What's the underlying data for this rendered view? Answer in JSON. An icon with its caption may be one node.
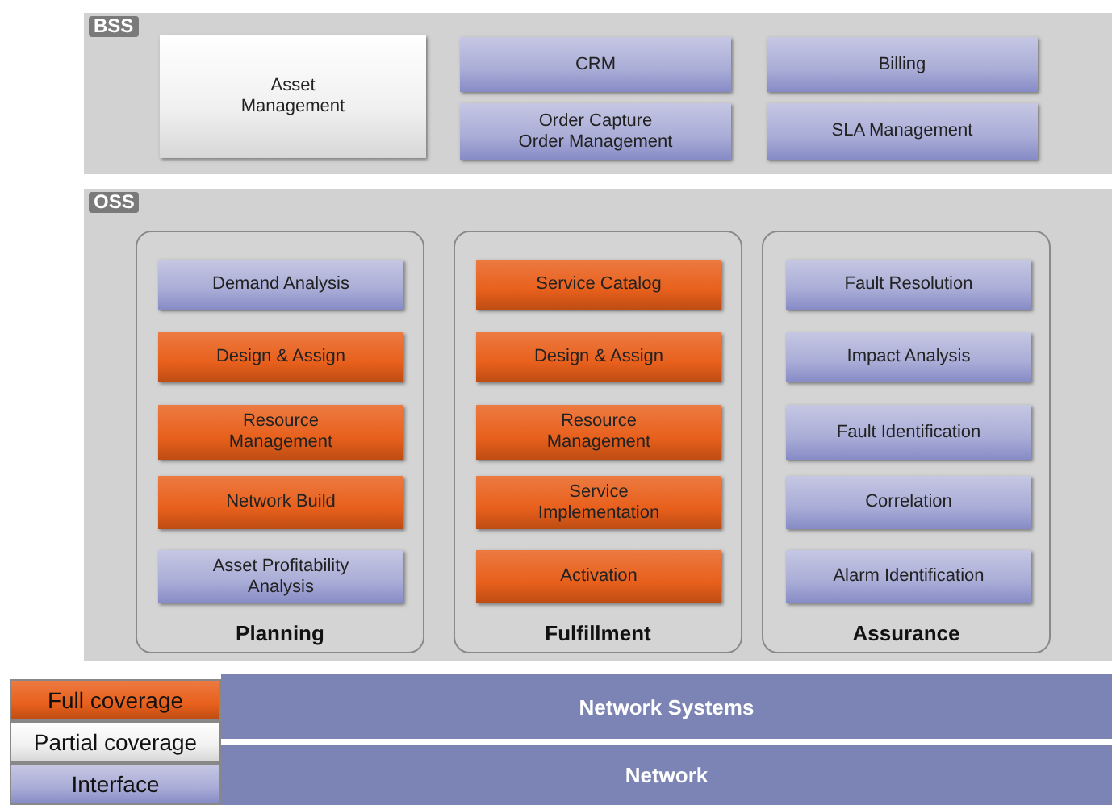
{
  "diagram": {
    "nodes": [
      {
        "text": [
          "BSS"
        ]
      },
      {
        "text": [
          "Asset Management"
        ],
        "in": 0
      },
      {
        "text": [
          "CRM"
        ],
        "in": 0
      },
      {
        "text": [
          "Billing"
        ],
        "in": 0
      },
      {
        "text": [
          "Order Capture Order Management"
        ],
        "in": 0
      },
      {
        "text": [
          "SLA Management"
        ],
        "in": 0
      },
      {
        "text": [
          "OSS"
        ]
      },
      {
        "text": [
          "Planning"
        ],
        "in": 6
      },
      {
        "text": [
          "Demand Analysis"
        ],
        "in": 7
      },
      {
        "text": [
          "Design & Assign"
        ],
        "in": 7
      },
      {
        "text": [
          "Resource Management"
        ],
        "in": 7
      },
      {
        "text": [
          "Network Build"
        ],
        "in": 7
      },
      {
        "text": [
          "Asset Profitability Analysis"
        ],
        "in": 7
      },
      {
        "text": [
          "Fulfillment"
        ],
        "in": 6
      },
      {
        "text": [
          "Service Catalog"
        ],
        "in": 13
      },
      {
        "text": [
          "Design & Assign"
        ],
        "in": 13
      },
      {
        "text": [
          "Resource Management"
        ],
        "in": 13
      },
      {
        "text": [
          "Service Implementation"
        ],
        "in": 13
      },
      {
        "text": [
          "Activation"
        ],
        "in": 13
      },
      {
        "text": [
          "Assurance"
        ],
        "in": 6
      },
      {
        "text": [
          "Fault Resolution"
        ],
        "in": 19
      },
      {
        "text": [
          "Impact Analysis"
        ],
        "in": 19
      },
      {
        "text": [
          "Fault Identification"
        ],
        "in": 19
      },
      {
        "text": [
          "Correlation"
        ],
        "in": 19
      },
      {
        "text": [
          "Alarm Identification"
        ],
        "in": 19
      },
      {
        "text": [
          "Network Systems"
        ]
      },
      {
        "text": [
          "Network"
        ]
      }
    ],
    "legend": [
      {
        "text": "Full coverage",
        "color": "#e8601c"
      },
      {
        "text": "Partial coverage",
        "color": "#f0f0f0"
      },
      {
        "text": "Interface",
        "color": "#a9acd6"
      }
    ]
  }
}
